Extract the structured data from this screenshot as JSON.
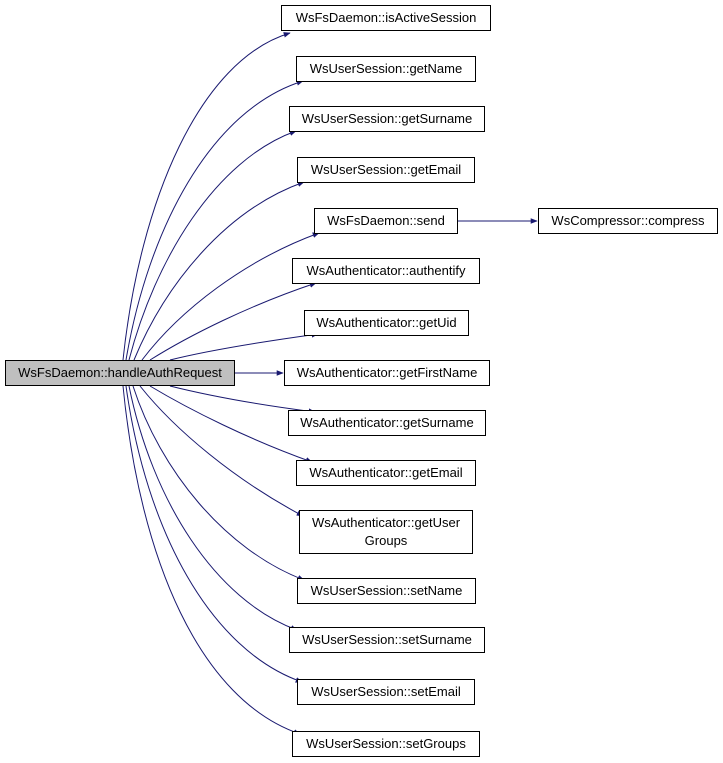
{
  "colors": {
    "edge": "#191970",
    "root_fill": "#bfbfbf",
    "node_fill": "#ffffff",
    "node_border": "#000000"
  },
  "root": {
    "label": "WsFsDaemon::handleAuthRequest"
  },
  "callees": [
    {
      "id": "n0",
      "label": "WsFsDaemon::isActiveSession"
    },
    {
      "id": "n1",
      "label": "WsUserSession::getName"
    },
    {
      "id": "n2",
      "label": "WsUserSession::getSurname"
    },
    {
      "id": "n3",
      "label": "WsUserSession::getEmail"
    },
    {
      "id": "n4",
      "label": "WsFsDaemon::send"
    },
    {
      "id": "n5",
      "label": "WsAuthenticator::authentify"
    },
    {
      "id": "n6",
      "label": "WsAuthenticator::getUid"
    },
    {
      "id": "n7",
      "label": "WsAuthenticator::getFirstName"
    },
    {
      "id": "n8",
      "label": "WsAuthenticator::getSurname"
    },
    {
      "id": "n9",
      "label": "WsAuthenticator::getEmail"
    },
    {
      "id": "n10",
      "label_line1": "WsAuthenticator::getUser",
      "label_line2": "Groups"
    },
    {
      "id": "n11",
      "label": "WsUserSession::setName"
    },
    {
      "id": "n12",
      "label": "WsUserSession::setSurname"
    },
    {
      "id": "n13",
      "label": "WsUserSession::setEmail"
    },
    {
      "id": "n14",
      "label": "WsUserSession::setGroups"
    }
  ],
  "secondary": [
    {
      "id": "n15",
      "label": "WsCompressor::compress"
    }
  ]
}
